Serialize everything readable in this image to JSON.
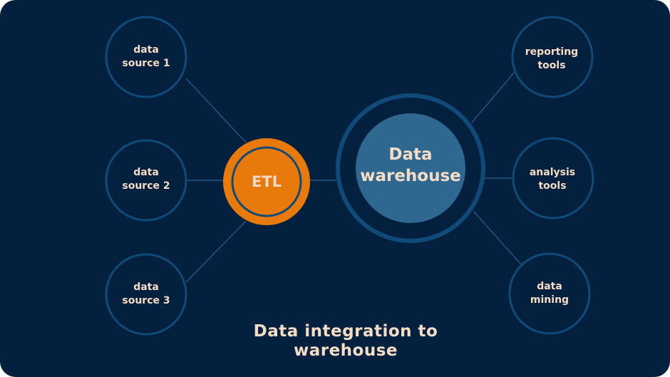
{
  "colors": {
    "background": "#03203f",
    "ring": "#0f4a78",
    "connector": "#2a5f8f",
    "etl_fill": "#e8790b",
    "warehouse_fill": "#2e6890",
    "text": "#f5dcc4"
  },
  "sources": [
    {
      "line1": "data",
      "line2": "source 1"
    },
    {
      "line1": "data",
      "line2": "source 2"
    },
    {
      "line1": "data",
      "line2": "source 3"
    }
  ],
  "etl": {
    "label": "ETL"
  },
  "warehouse": {
    "line1": "Data",
    "line2": "warehouse"
  },
  "outputs": [
    {
      "line1": "reporting",
      "line2": "tools"
    },
    {
      "line1": "analysis",
      "line2": "tools"
    },
    {
      "line1": "data",
      "line2": "mining"
    }
  ],
  "caption": {
    "line1": "Data integration to",
    "line2": "warehouse"
  }
}
